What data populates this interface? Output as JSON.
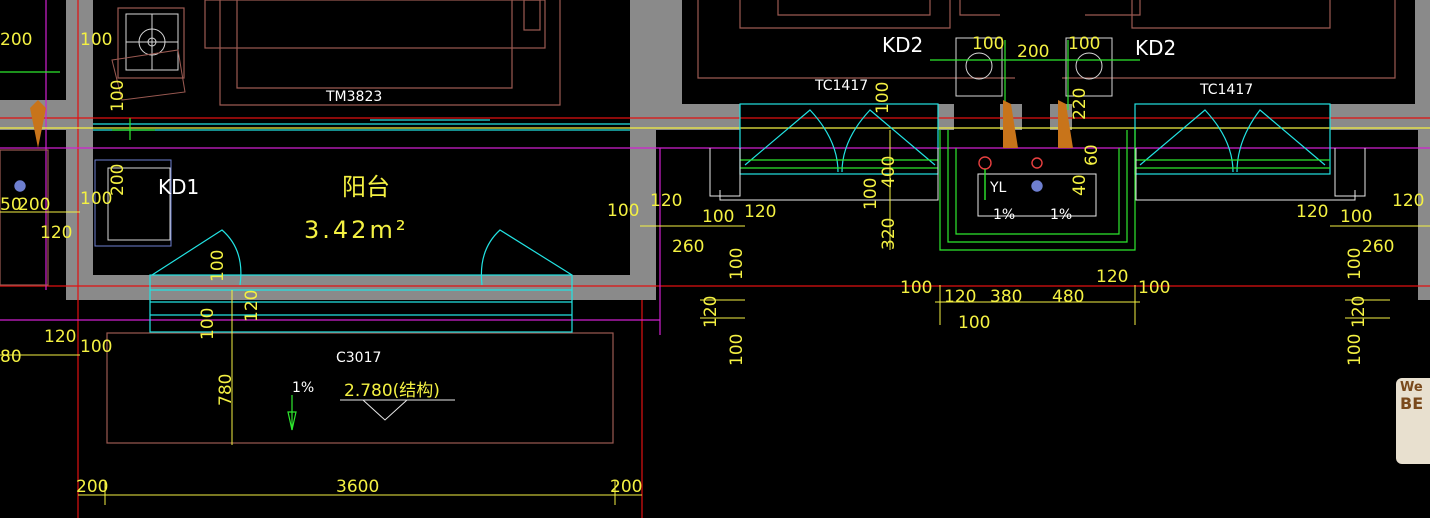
{
  "room": {
    "name": "阳台",
    "area": "3.42m²"
  },
  "labels": {
    "tm": "TM3823",
    "tc_left": "TC1417",
    "tc_right": "TC1417",
    "kd1": "KD1",
    "kd2_left": "KD2",
    "kd2_right": "KD2",
    "c3017": "C3017",
    "elevation": "2.780(结构)",
    "slope_main": "1%",
    "slope_r1": "1%",
    "slope_r2": "1%",
    "yl": "YL"
  },
  "dims": {
    "d200_tl": "200",
    "d100_tl": "100",
    "d100_v1": "100",
    "d200_v": "200",
    "d100_kd1": "100",
    "d120_l": "120",
    "d50_l": "50",
    "d200_l": "200",
    "d120_bl": "120",
    "d100_bl": "100",
    "d80_bl": "80",
    "d100_mid1": "100",
    "d120_mid1": "120",
    "d100_mid2": "100",
    "d780": "780",
    "d100_lc": "100",
    "d120_lc": "120",
    "d100_win": "100",
    "d120_a": "120",
    "d260_a": "260",
    "d100_a": "100",
    "d120_b": "120",
    "d100_v2": "100",
    "d120_v2": "120",
    "d100_v3": "100",
    "d100_kd2l": "100",
    "d200_kd2": "200",
    "d100_kd2r": "100",
    "d100_r1": "100",
    "d220": "220",
    "d400": "400",
    "d100_r2": "100",
    "d320": "320",
    "d40": "40",
    "d60": "60",
    "d100_bot1": "100",
    "d120_bot": "120",
    "d380": "380",
    "d480": "480",
    "d120_bot2": "120",
    "d100_bot2": "100",
    "d100_bot3": "100",
    "d120_rr": "120",
    "d100_rr": "100",
    "d260_rr": "260",
    "d120_re": "120",
    "d100_rv1": "100",
    "d120_rv": "120",
    "d100_rv2": "100",
    "d200_bl2": "200",
    "d3600": "3600",
    "d200_br": "200"
  },
  "watermark": {
    "text1": "We",
    "text2": "BE"
  }
}
